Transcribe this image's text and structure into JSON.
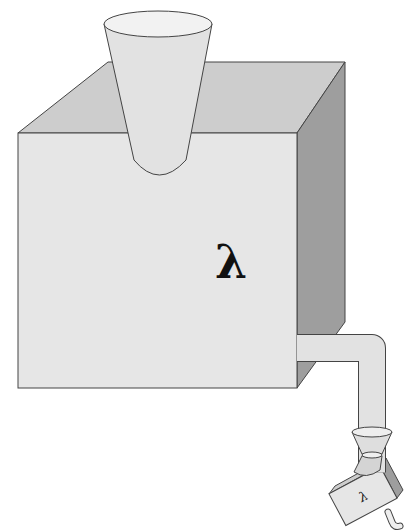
{
  "diagram": {
    "nodes": [
      {
        "text": [
          "λ"
        ]
      },
      {
        "text": [
          "λ"
        ]
      }
    ],
    "edges": [
      {
        "from": 0,
        "to": 1,
        "arrow": "none"
      }
    ]
  }
}
